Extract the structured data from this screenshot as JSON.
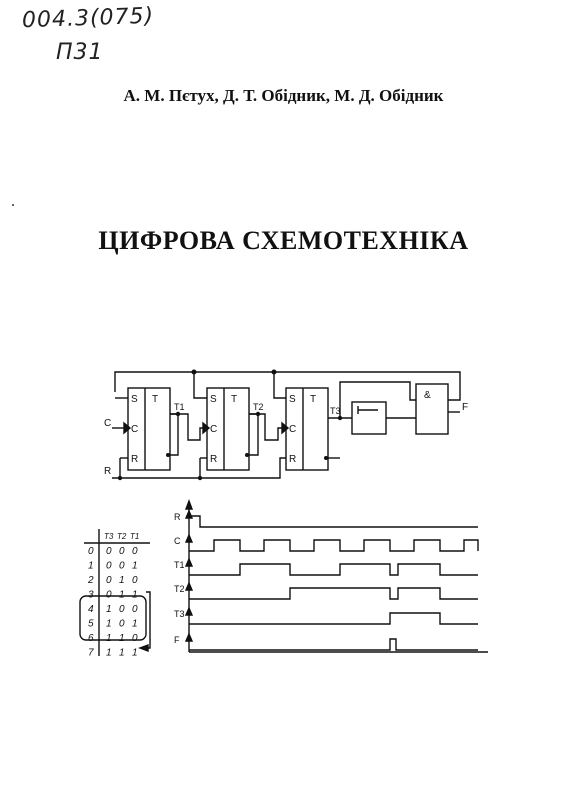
{
  "handwritten": {
    "udc": "004.3(075)",
    "code": "П31"
  },
  "authors": "А. М. Пєтух,  Д. Т. Обідник,  М. Д. Обідник",
  "title": "ЦИФРОВА СХЕМОТЕХНІКА",
  "circuit": {
    "trigger_labels": [
      "S",
      "T",
      "C",
      "R"
    ],
    "outputs": [
      "T1",
      "T2",
      "T3"
    ],
    "and_label": "&",
    "inputs": [
      "C",
      "R"
    ],
    "output": "F"
  },
  "state_table": {
    "header": [
      "T3",
      "T2",
      "T1"
    ],
    "rows": [
      [
        "0",
        "0",
        "0",
        "0"
      ],
      [
        "1",
        "0",
        "0",
        "1"
      ],
      [
        "2",
        "0",
        "1",
        "0"
      ],
      [
        "3",
        "0",
        "1",
        "1"
      ],
      [
        "4",
        "1",
        "0",
        "0"
      ],
      [
        "5",
        "1",
        "0",
        "1"
      ],
      [
        "6",
        "1",
        "1",
        "0"
      ],
      [
        "7",
        "1",
        "1",
        "1"
      ]
    ]
  },
  "timing": {
    "signals": [
      "R",
      "C",
      "T1",
      "T2",
      "T3",
      "F"
    ]
  }
}
